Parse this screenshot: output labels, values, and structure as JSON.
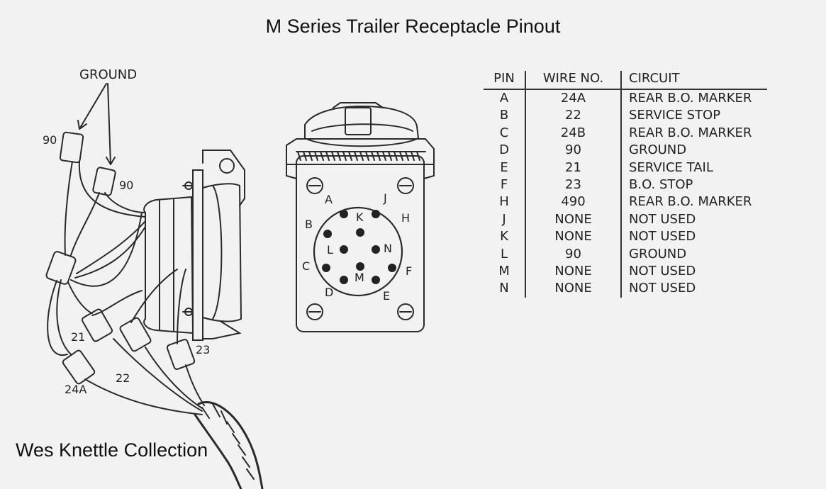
{
  "title": "M Series Trailer Receptacle Pinout",
  "credit": "Wes Knettle Collection",
  "cable_labels": {
    "ground": "GROUND",
    "wire_90_left": "90",
    "wire_90_right": "90",
    "wire_21": "21",
    "wire_22": "22",
    "wire_23": "23",
    "wire_24a": "24A"
  },
  "face_pins": [
    "A",
    "B",
    "C",
    "D",
    "E",
    "F",
    "H",
    "J",
    "K",
    "L",
    "M",
    "N"
  ],
  "table": {
    "headers": [
      "PIN",
      "WIRE NO.",
      "CIRCUIT"
    ],
    "rows": [
      {
        "pin": "A",
        "wire": "24A",
        "circuit": "REAR B.O. MARKER"
      },
      {
        "pin": "B",
        "wire": "22",
        "circuit": "SERVICE STOP"
      },
      {
        "pin": "C",
        "wire": "24B",
        "circuit": "REAR B.O. MARKER"
      },
      {
        "pin": "D",
        "wire": "90",
        "circuit": "GROUND"
      },
      {
        "pin": "E",
        "wire": "21",
        "circuit": "SERVICE TAIL"
      },
      {
        "pin": "F",
        "wire": "23",
        "circuit": "B.O. STOP"
      },
      {
        "pin": "H",
        "wire": "490",
        "circuit": "REAR B.O. MARKER"
      },
      {
        "pin": "J",
        "wire": "NONE",
        "circuit": "NOT USED"
      },
      {
        "pin": "K",
        "wire": "NONE",
        "circuit": "NOT USED"
      },
      {
        "pin": "L",
        "wire": "90",
        "circuit": "GROUND"
      },
      {
        "pin": "M",
        "wire": "NONE",
        "circuit": "NOT USED"
      },
      {
        "pin": "N",
        "wire": "NONE",
        "circuit": "NOT USED"
      }
    ]
  }
}
